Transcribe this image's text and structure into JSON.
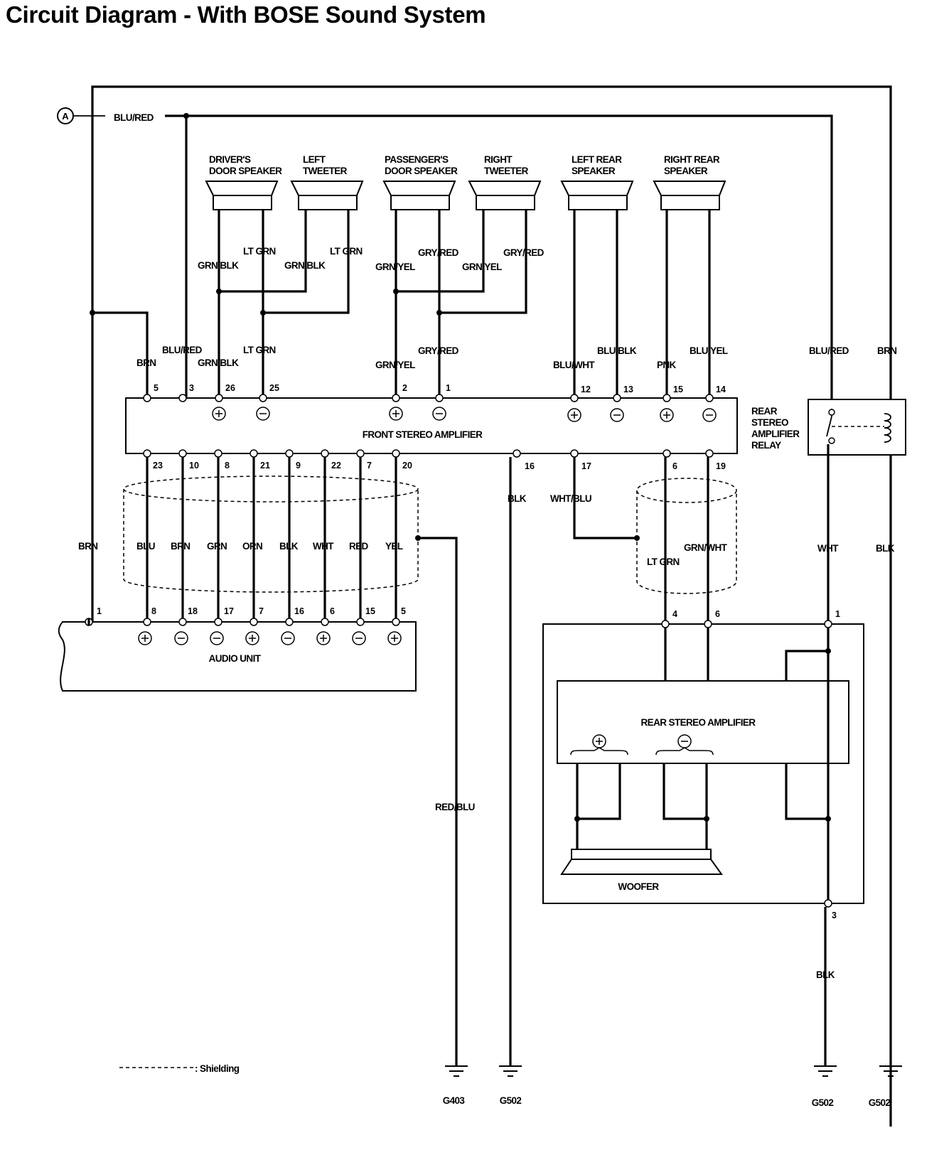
{
  "title": "Circuit Diagram - With BOSE Sound System",
  "connector_ref": "A",
  "components": {
    "drivers_door_speaker": [
      "DRIVER'S",
      "DOOR SPEAKER"
    ],
    "left_tweeter": [
      "LEFT",
      "TWEETER"
    ],
    "passengers_door_speaker": [
      "PASSENGER'S",
      "DOOR SPEAKER"
    ],
    "right_tweeter": [
      "RIGHT",
      "TWEETER"
    ],
    "left_rear_speaker": [
      "LEFT REAR",
      "SPEAKER"
    ],
    "right_rear_speaker": [
      "RIGHT REAR",
      "SPEAKER"
    ],
    "front_amp": "FRONT STEREO AMPLIFIER",
    "audio_unit": "AUDIO UNIT",
    "rear_amp": "REAR STEREO AMPLIFIER",
    "relay": [
      "REAR",
      "STEREO",
      "AMPLIFIER",
      "RELAY"
    ],
    "woofer": "WOOFER"
  },
  "legend": {
    "shielding": ": Shielding"
  },
  "wires": {
    "blu_red_top": "BLU/RED",
    "spk_grn_blk_1": "GRN/BLK",
    "spk_lt_grn_1": "LT GRN",
    "spk_grn_blk_2": "GRN/BLK",
    "spk_lt_grn_2": "LT GRN",
    "spk_grn_yel_1": "GRN/YEL",
    "spk_gry_red_1": "GRY/RED",
    "spk_grn_yel_2": "GRN/YEL",
    "spk_gry_red_2": "GRY/RED",
    "amp_brn": "BRN",
    "amp_blu_red": "BLU/RED",
    "amp_grn_blk": "GRN/BLK",
    "amp_lt_grn": "LT GRN",
    "amp_grn_yel": "GRN/YEL",
    "amp_gry_red": "GRY/RED",
    "amp_blu_wht": "BLU/WHT",
    "amp_blu_blk": "BLU/BLK",
    "amp_pnk": "PNK",
    "amp_blu_yel": "BLU/YEL",
    "relay_blu_red": "BLU/RED",
    "relay_brn": "BRN",
    "left_brn": "BRN",
    "au_blu": "BLU",
    "au_brn": "BRN",
    "au_grn": "GRN",
    "au_orn": "ORN",
    "au_blk": "BLK",
    "au_wht": "WHT",
    "au_red": "RED",
    "au_yel": "YEL",
    "blk_16": "BLK",
    "wht_blu": "WHT/BLU",
    "lt_grn_rear": "LT GRN",
    "grn_wht": "GRN/WHT",
    "relay_wht": "WHT",
    "relay_blk": "BLK",
    "red_blu": "RED/BLU",
    "blk_rear": "BLK"
  },
  "pins": {
    "fa_top": [
      "5",
      "3",
      "26",
      "25",
      "2",
      "1",
      "12",
      "13",
      "15",
      "14"
    ],
    "fa_bottom": [
      "23",
      "10",
      "8",
      "21",
      "9",
      "22",
      "7",
      "20",
      "16",
      "17",
      "6",
      "19"
    ],
    "au": [
      "1",
      "8",
      "18",
      "17",
      "7",
      "16",
      "6",
      "15",
      "5"
    ],
    "rear_amp": [
      "4",
      "6",
      "1",
      "3"
    ]
  },
  "grounds": [
    "G403",
    "G502",
    "G502",
    "G502"
  ]
}
